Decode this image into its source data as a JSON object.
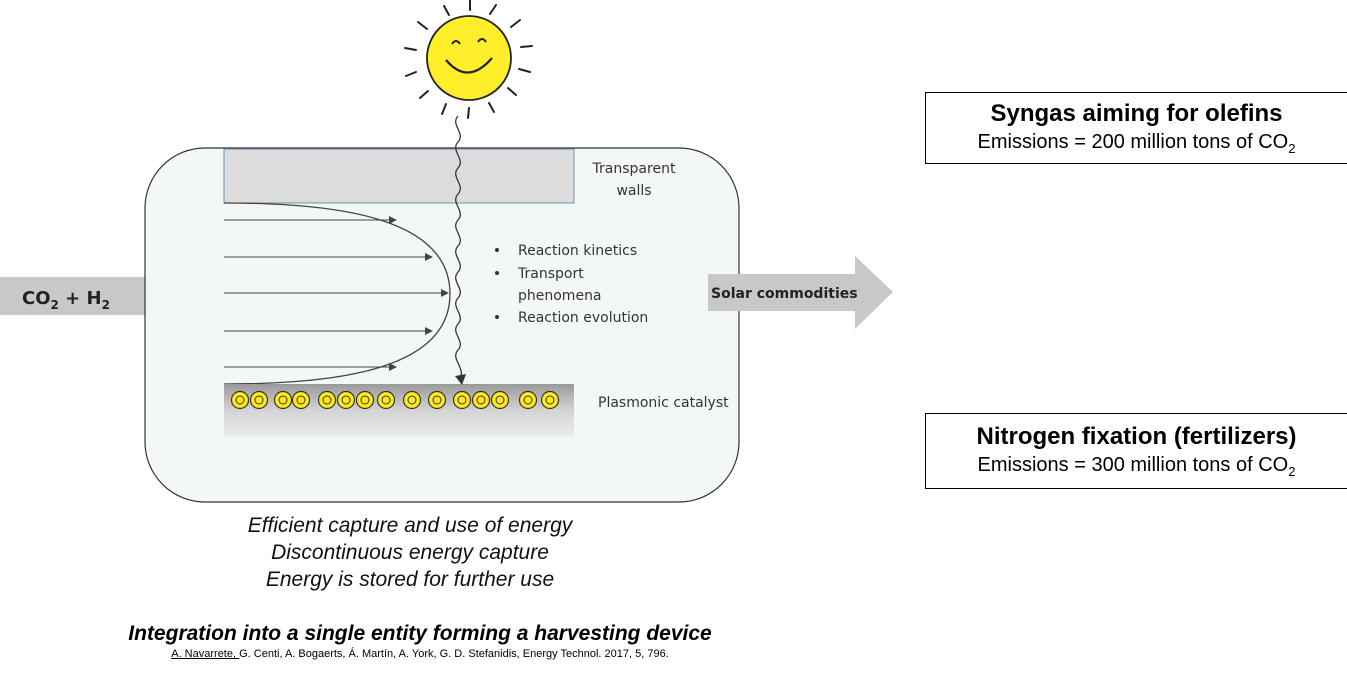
{
  "diagram": {
    "input_label": {
      "main": "CO",
      "sub": "2",
      "mid": " + H",
      "sub2": "2"
    },
    "output_label": "Solar commodities",
    "reactor": {
      "walls_label_line1": "Transparent",
      "walls_label_line2": "walls",
      "catalyst_label": "Plasmonic catalyst",
      "bullets": [
        "Reaction kinetics",
        "Transport",
        "phenomena",
        "Reaction evolution"
      ]
    },
    "captions": [
      "Efficient capture and use of energy",
      "Discontinuous energy capture",
      "Energy is stored for further use"
    ],
    "footer": {
      "title": "Integration into a single entity forming a harvesting device",
      "ref_underlined": "A. Navarrete, ",
      "ref_rest": "G. Centi, A. Bogaerts, Á. Martín, A. York, G. D. Stefanidis, Energy Technol. 2017, 5, 796."
    },
    "boxes": [
      {
        "title": "Syngas aiming for olefins",
        "emissions": "Emissions = 200 million tons of CO",
        "sub": "2"
      },
      {
        "title": "Nitrogen fixation (fertilizers)",
        "emissions": "Emissions = 300 million tons of CO",
        "sub": "2"
      }
    ],
    "colors": {
      "reactor_fill": "#f4f8f4",
      "wall_fill": "#dcdcdc",
      "arrow_fill": "#c8c8c8",
      "sun_yellow": "#ffef2a",
      "particle_yellow": "#ffe81a"
    },
    "icons": [
      "sun-icon",
      "light-wave-icon",
      "catalyst-particle-icon"
    ]
  }
}
